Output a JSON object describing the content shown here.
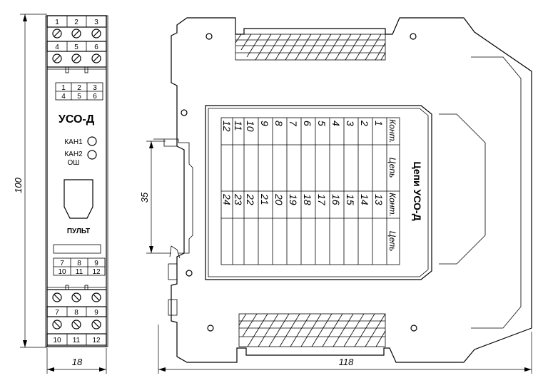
{
  "front_view": {
    "top_terminals_row1": [
      "1",
      "2",
      "3"
    ],
    "top_terminals_row2": [
      "4",
      "5",
      "6"
    ],
    "top_label_row1": [
      "1",
      "2",
      "3"
    ],
    "top_label_row2": [
      "4",
      "5",
      "6"
    ],
    "title": "УСО-Д",
    "indicator_1": "КАН1",
    "indicator_2": "КАН2",
    "indicator_2_sub": "ОШ",
    "connector_label": "ПУЛЬТ",
    "bottom_label_row1": [
      "7",
      "8",
      "9"
    ],
    "bottom_label_row2": [
      "10",
      "11",
      "12"
    ],
    "bottom_terminals_row1": [
      "7",
      "8",
      "9"
    ],
    "bottom_terminals_row2": [
      "10",
      "11",
      "12"
    ]
  },
  "dimensions": {
    "height": "100",
    "front_width": "18",
    "rail": "35",
    "length": "118"
  },
  "side_view": {
    "table_title": "Цепи УСО-Д",
    "headers": [
      "Конт.",
      "Цепь",
      "Конт.",
      "Цепь"
    ],
    "contacts_left": [
      "1",
      "2",
      "3",
      "4",
      "5",
      "6",
      "7",
      "8",
      "9",
      "10",
      "11",
      "12"
    ],
    "contacts_right": [
      "13",
      "14",
      "15",
      "16",
      "17",
      "18",
      "19",
      "20",
      "21",
      "22",
      "23",
      "24"
    ]
  }
}
